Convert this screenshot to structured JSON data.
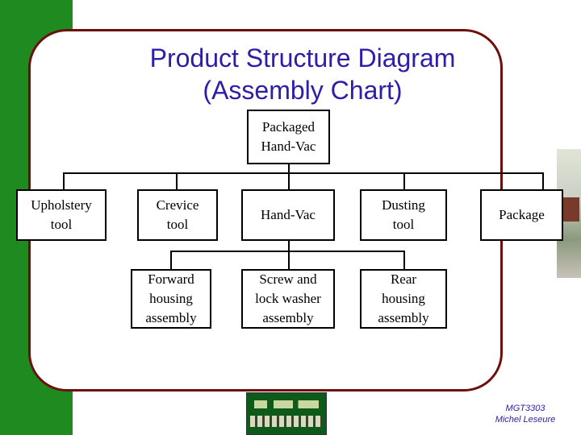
{
  "title": {
    "line1": "Product Structure Diagram",
    "line2": "(Assembly Chart)"
  },
  "nodes": {
    "root": {
      "line1": "Packaged",
      "line2": "Hand-Vac"
    },
    "upholstery_tool": {
      "line1": "Upholstery",
      "line2": "tool"
    },
    "crevice_tool": {
      "line1": "Crevice",
      "line2": "tool"
    },
    "hand_vac": {
      "line1": "Hand-Vac"
    },
    "dusting_tool": {
      "line1": "Dusting",
      "line2": "tool"
    },
    "package": {
      "line1": "Package"
    },
    "forward_housing": {
      "line1": "Forward",
      "line2": "housing",
      "line3": "assembly"
    },
    "screw_lock_washer": {
      "line1": "Screw and",
      "line2": "lock washer",
      "line3": "assembly"
    },
    "rear_housing": {
      "line1": "Rear",
      "line2": "housing",
      "line3": "assembly"
    }
  },
  "footer": {
    "course": "MGT3303",
    "author": "Michel Leseure"
  },
  "colors": {
    "title": "#2c1ea8",
    "frame": "#6e0f0f",
    "side_bar": "#1f8a1f"
  }
}
